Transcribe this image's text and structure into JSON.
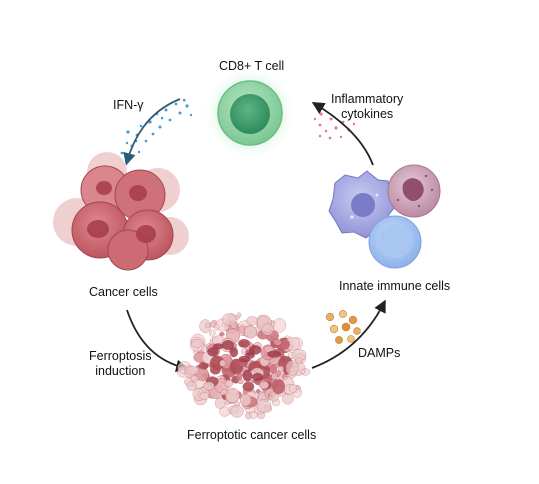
{
  "labels": {
    "cd8_t_cell": "CD8+ T cell",
    "ifn_gamma": "IFN-γ",
    "inflammatory_cytokines": "Inflammatory\ncytokines",
    "cancer_cells": "Cancer cells",
    "innate_immune_cells": "Innate immune cells",
    "ferroptosis_induction": "Ferroptosis\ninduction",
    "damps": "DAMPs",
    "ferroptotic_cancer_cells": "Ferroptotic cancer cells"
  },
  "colors": {
    "t_cell_glow": "#b9e8c4",
    "t_cell_outer": "#8fd3a1",
    "t_cell_inner": "#3f9e6c",
    "ifn_dots": "#3e9fd6",
    "ifn_arrow": "#2c5b73",
    "cytokine_dots": "#e07a9a",
    "cancer_cell_fill": "#c9606a",
    "cancer_cell_light": "#e9b2b4",
    "cancer_nucleus": "#a63b48",
    "macrophage": "#a8a9e0",
    "neutrophil": "#c79ab0",
    "lymphocyte": "#9fbff0",
    "damp_dots": "#e0a24a",
    "cycle_arrow": "#222222"
  }
}
